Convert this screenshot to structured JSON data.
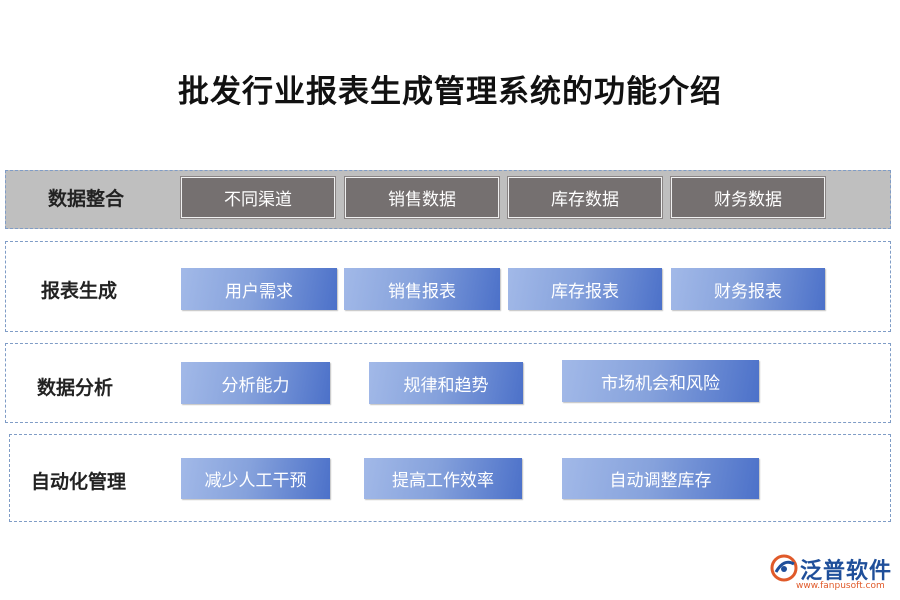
{
  "title": "批发行业报表生成管理系统的功能介绍",
  "rows": [
    {
      "label": "数据整合",
      "items": [
        "不同渠道",
        "销售数据",
        "库存数据",
        "财务数据"
      ]
    },
    {
      "label": "报表生成",
      "items": [
        "用户需求",
        "销售报表",
        "库存报表",
        "财务报表"
      ]
    },
    {
      "label": "数据分析",
      "items": [
        "分析能力",
        "规律和趋势",
        "市场机会和风险"
      ]
    },
    {
      "label": "自动化管理",
      "items": [
        "减少人工干预",
        "提高工作效率",
        "自动调整库存"
      ]
    }
  ],
  "logo": {
    "name": "泛普软件",
    "url": "www.fanpusoft.com",
    "icon": "fanpu-logo-icon"
  },
  "colors": {
    "row1_bg": "#bfbfbf",
    "gray_box": "#757070",
    "blue_box_start": "#a2b9e8",
    "blue_box_end": "#4c71c9",
    "dashed_border": "#7f9cc6"
  }
}
